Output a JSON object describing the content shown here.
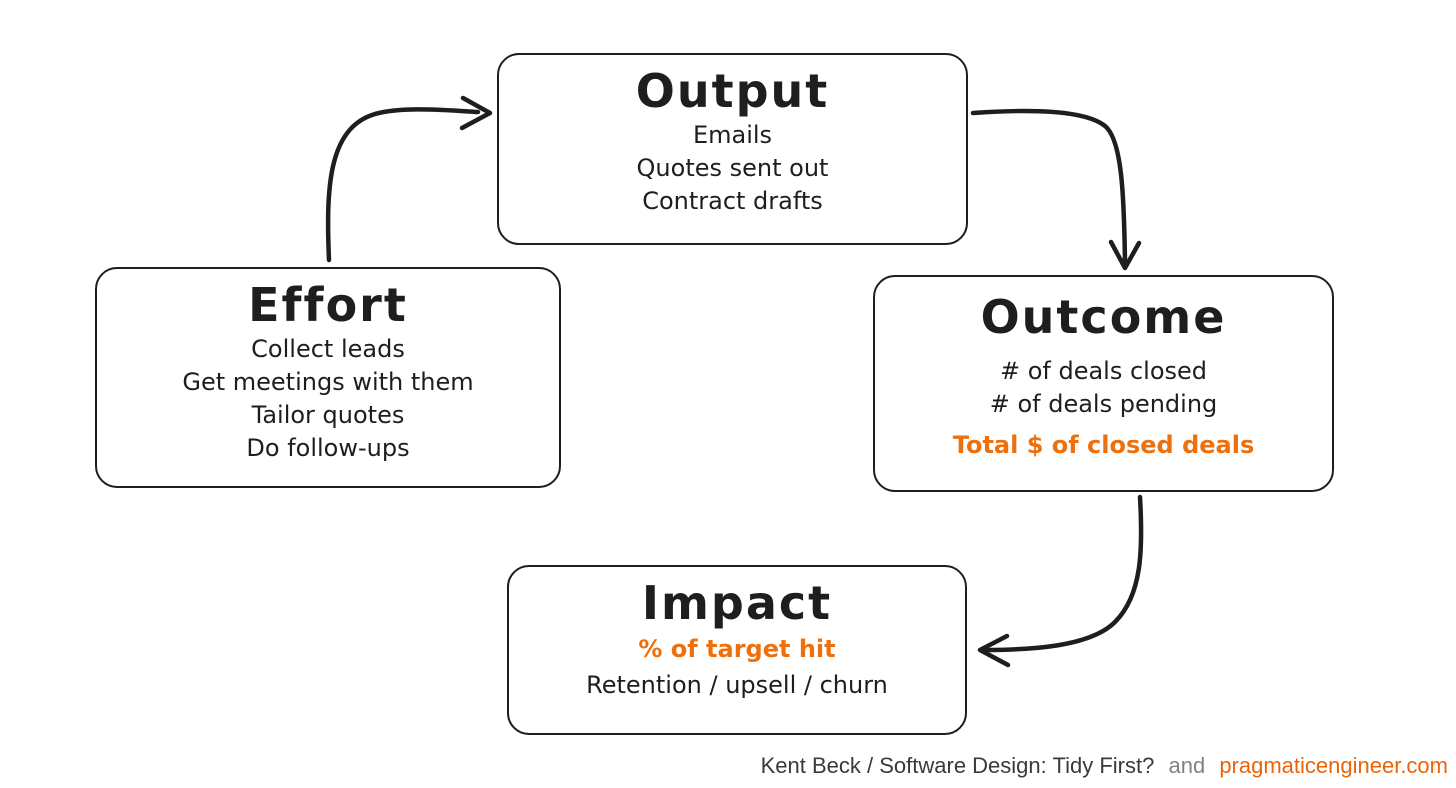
{
  "colors": {
    "ink": "#1e1e1e",
    "accent": "#ee700d",
    "footer-text": "#3a3a3a",
    "footer-muted": "#7f8287",
    "footer-link": "#eb640a"
  },
  "nodes": {
    "output": {
      "title": "Output",
      "lines": [
        "Emails",
        "Quotes sent out",
        "Contract drafts"
      ]
    },
    "effort": {
      "title": "Effort",
      "lines": [
        "Collect leads",
        "Get meetings with them",
        "Tailor quotes",
        "Do follow-ups"
      ]
    },
    "outcome": {
      "title": "Outcome",
      "lines": [
        "# of deals closed",
        "# of deals pending",
        "Total $ of closed deals"
      ]
    },
    "impact": {
      "title": "Impact",
      "lines": [
        "% of target hit",
        "Retention / upsell / churn"
      ]
    }
  },
  "edges": [
    {
      "from": "effort",
      "to": "output"
    },
    {
      "from": "output",
      "to": "outcome"
    },
    {
      "from": "outcome",
      "to": "impact"
    }
  ],
  "footer": {
    "attribution": "Kent Beck / Software Design: Tidy First?",
    "conjunction": "and",
    "site": "pragmaticengineer.com"
  }
}
